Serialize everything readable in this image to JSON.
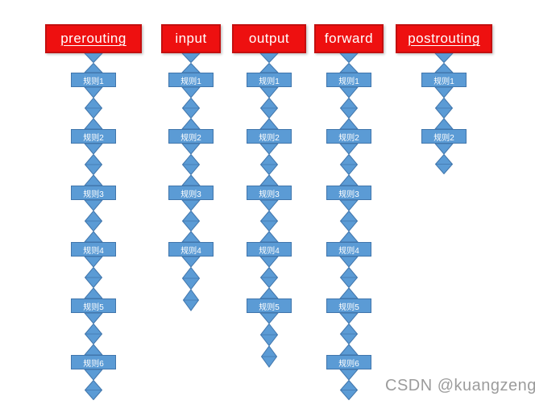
{
  "diagram": {
    "columns": [
      {
        "id": "prerouting",
        "label": "prerouting",
        "underlined": true,
        "rules": [
          "规则1",
          "规则2",
          "规则3",
          "规则4",
          "规则5",
          "规则6"
        ],
        "tail": "short"
      },
      {
        "id": "input",
        "label": "input",
        "underlined": false,
        "rules": [
          "规则1",
          "规则2",
          "规则3",
          "规则4"
        ],
        "tail": "long"
      },
      {
        "id": "output",
        "label": "output",
        "underlined": false,
        "rules": [
          "规则1",
          "规则2",
          "规则3",
          "规则4",
          "规则5"
        ],
        "tail": "long"
      },
      {
        "id": "forward",
        "label": "forward",
        "underlined": false,
        "rules": [
          "规则1",
          "规则2",
          "规则3",
          "规则4",
          "规则5",
          "规则6"
        ],
        "tail": "short"
      },
      {
        "id": "postrouting",
        "label": "postrouting",
        "underlined": true,
        "rules": [
          "规则1",
          "规则2"
        ],
        "tail": "short"
      }
    ]
  },
  "colors": {
    "chain_bg": "#ee1010",
    "chain_border": "#c40f0f",
    "rule_bg": "#5b9bd5",
    "rule_border": "#4176ac"
  },
  "watermark": "CSDN @kuangzeng"
}
